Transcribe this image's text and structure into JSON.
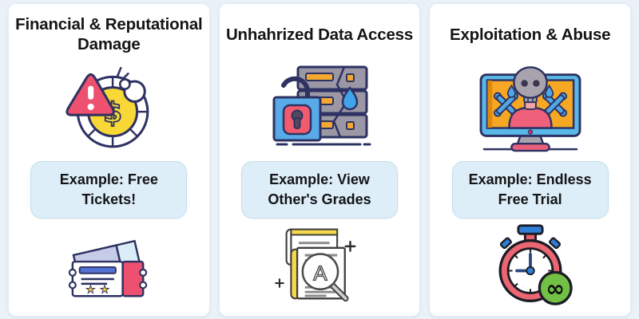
{
  "page": {
    "type": "risk-categories-infographic",
    "background_color": "#eaf1f8",
    "card_color": "#ffffff",
    "example_box_color": "#ddeef9",
    "outline_color": "#2e3262",
    "accent_red": "#ee5170",
    "accent_yellow": "#f8d837",
    "accent_orange": "#f4a731",
    "accent_blue": "#57a9e8",
    "accent_green": "#72c144",
    "text_color": "#151515"
  },
  "cards": [
    {
      "title": "Financial & Reputational Damage",
      "example": "Example: Free Tickets!",
      "header_icon": "bitten-coin-warning-icon",
      "footer_icon": "tickets-icon"
    },
    {
      "title": "Unhahrized Data Access",
      "example": "Example: View Other's Grades",
      "header_icon": "server-padlock-leak-icon",
      "footer_icon": "grades-magnifier-icon"
    },
    {
      "title": "Exploitation & Abuse",
      "example": "Example: Endless Free Trial",
      "header_icon": "monitor-skull-victim-icon",
      "footer_icon": "stopwatch-infinity-icon"
    }
  ]
}
